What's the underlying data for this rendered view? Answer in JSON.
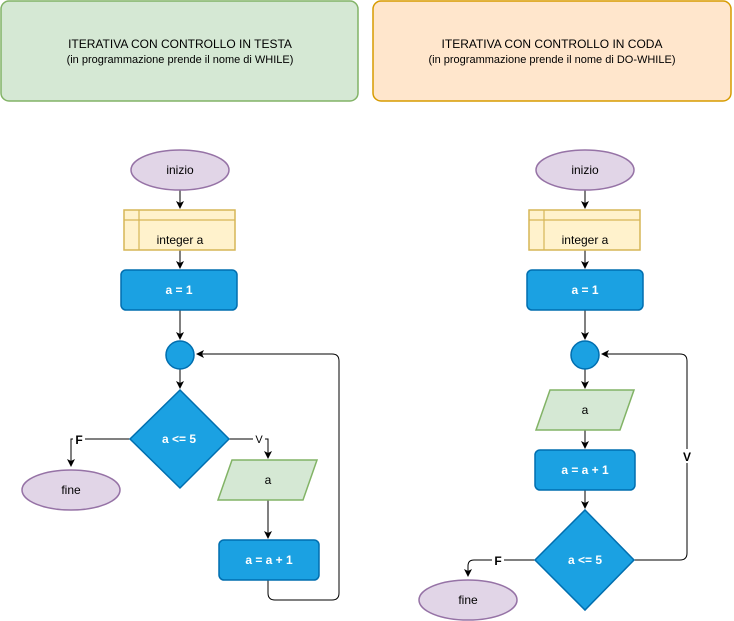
{
  "colors": {
    "header_left_fill": "#d5e8d4",
    "header_left_stroke": "#82b366",
    "header_right_fill": "#ffe6cc",
    "header_right_stroke": "#d79b00",
    "terminal_fill": "#e1d5e7",
    "terminal_stroke": "#9673a6",
    "declare_fill": "#fff2cc",
    "declare_stroke": "#d6b656",
    "process_fill": "#1ba1e2",
    "process_stroke": "#006eaf",
    "io_fill": "#d5e8d4",
    "io_stroke": "#82b366"
  },
  "headers": {
    "left": {
      "title": "ITERATIVA CON CONTROLLO IN TESTA",
      "subtitle": "(in programmazione prende il nome di WHILE)"
    },
    "right": {
      "title": "ITERATIVA CON CONTROLLO IN CODA",
      "subtitle": "(in programmazione prende il nome di DO-WHILE)"
    }
  },
  "while_flow": {
    "start": "inizio",
    "declare": "integer a",
    "assign": "a = 1",
    "condition": "a <= 5",
    "false_label": "F",
    "true_label": "V",
    "output": "a",
    "increment": "a = a + 1",
    "end": "fine"
  },
  "dowhile_flow": {
    "start": "inizio",
    "declare": "integer a",
    "assign": "a = 1",
    "output": "a",
    "increment": "a = a + 1",
    "condition": "a <= 5",
    "false_label": "F",
    "true_label": "V",
    "end": "fine"
  }
}
